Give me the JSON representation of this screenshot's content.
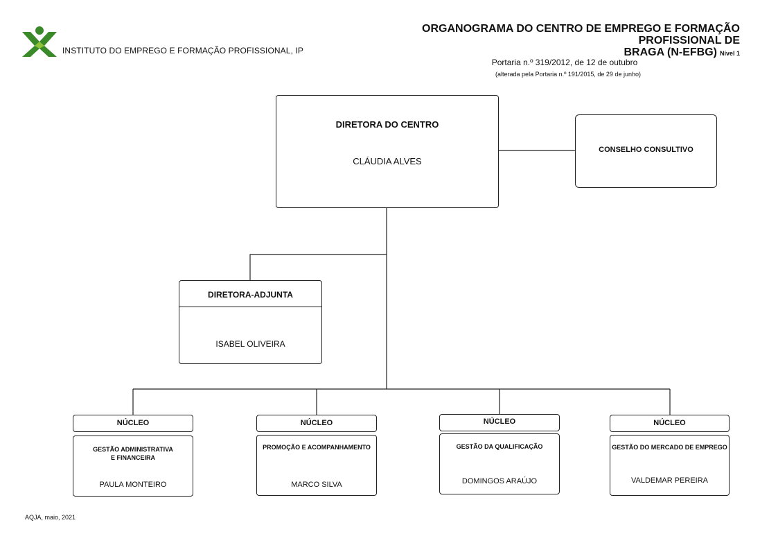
{
  "header": {
    "institute_name": "INSTITUTO DO EMPREGO E FORMAÇÃO PROFISSIONAL, IP",
    "title_line1": "ORGANOGRAMA DO  CENTRO DE EMPREGO E FORMAÇÃO PROFISSIONAL DE",
    "title_line2": "BRAGA (N-EFBG)",
    "level": "Nível 1",
    "portaria": "Portaria n.º 319/2012, de 12 de outubro",
    "portaria_note": "(alterada pela Portaria n.º 191/2015, de 29 de junho)"
  },
  "colors": {
    "logo_green": "#3a8a2a",
    "logo_light": "#8fc43a",
    "line": "#222222"
  },
  "director": {
    "role": "DIRETORA DO CENTRO",
    "name": "CLÁUDIA ALVES"
  },
  "council": {
    "label": "CONSELHO CONSULTIVO"
  },
  "deputy": {
    "role": "DIRETORA-ADJUNTA",
    "name": "ISABEL OLIVEIRA"
  },
  "nucleos": [
    {
      "header": "NÚCLEO",
      "title": "GESTÃO ADMINISTRATIVA\nE FINANCEIRA",
      "name": "PAULA MONTEIRO"
    },
    {
      "header": "NÚCLEO",
      "title": "PROMOÇÃO E ACOMPANHAMENTO",
      "name": "MARCO SILVA"
    },
    {
      "header": "NÚCLEO",
      "title": "GESTÃO DA QUALIFICAÇÃO",
      "name": "DOMINGOS ARAÚJO"
    },
    {
      "header": "NÚCLEO",
      "title": "GESTÃO DO MERCADO DE EMPREGO",
      "name": "VALDEMAR PEREIRA"
    }
  ],
  "footer": "AQJA, maio, 2021"
}
